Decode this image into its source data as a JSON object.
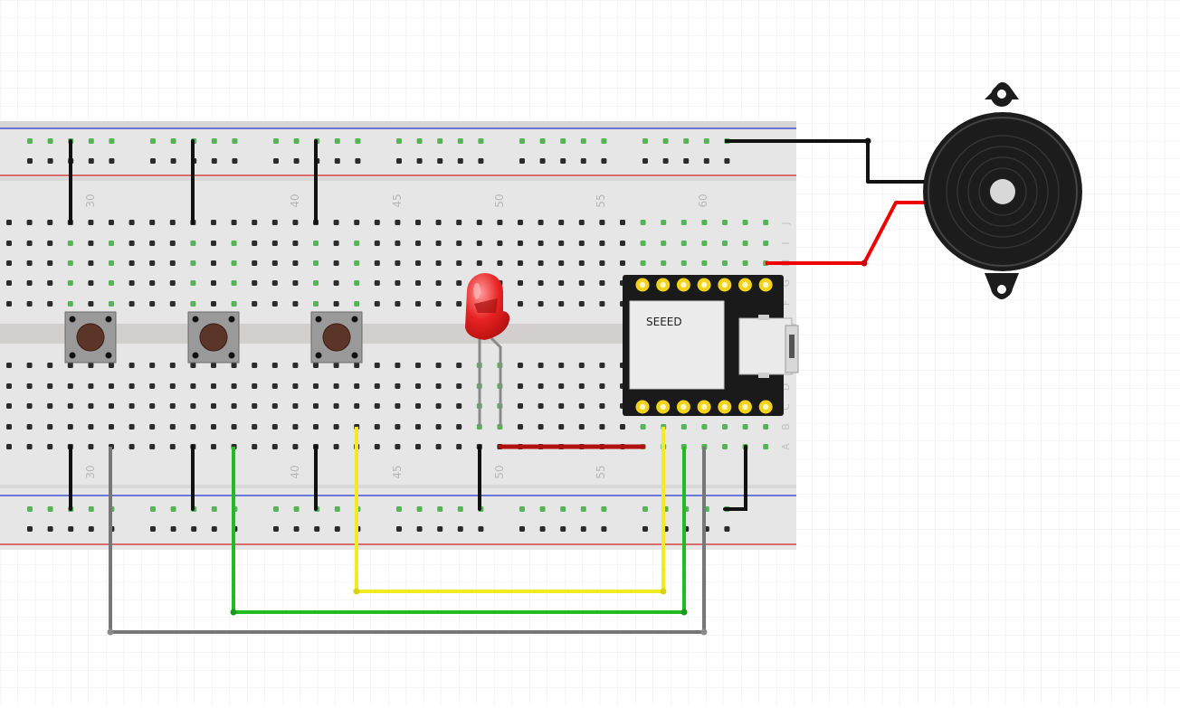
{
  "breadboard": {
    "column_numbers_top": [
      "30",
      "40",
      "45",
      "50",
      "55",
      "60"
    ],
    "column_numbers_bottom": [
      "30",
      "40",
      "45",
      "50",
      "55"
    ],
    "row_letters_top": [
      "J",
      "I",
      "H",
      "G",
      "F"
    ],
    "row_letters_bottom": [
      "E",
      "D",
      "C",
      "B",
      "A"
    ],
    "colors": {
      "body": "#e4e4e4",
      "rail_blue": "#2233cc",
      "rail_red": "#cc2222",
      "hole": "#2b2b2b",
      "connected_hole": "#56b456"
    }
  },
  "buttons": [
    {
      "name": "button-1"
    },
    {
      "name": "button-2"
    },
    {
      "name": "button-3"
    }
  ],
  "led": {
    "color": "#e02020"
  },
  "microcontroller": {
    "label": "SEEED",
    "color": "#1a1a1a",
    "pin_color": "#f2d21a"
  },
  "buzzer": {
    "color": "#1c1c1c"
  },
  "wires": {
    "black": "#111111",
    "red": "#ee0000",
    "yellow": "#f2ee22",
    "green": "#22bb22",
    "gray": "#777777",
    "dark_red": "#b01010"
  }
}
